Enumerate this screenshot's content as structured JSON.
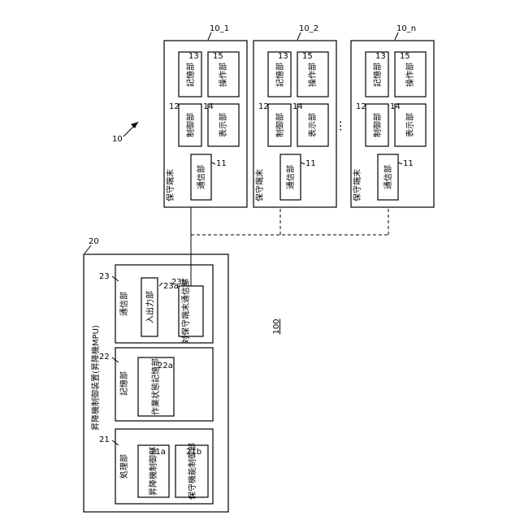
{
  "system": {
    "ref": "100",
    "arrow_ref": "10"
  },
  "controller": {
    "ref": "20",
    "title": "昇降機制御装置(昇降機MPU)",
    "processing": {
      "ref": "21",
      "label": "処理部",
      "sub_a": {
        "ref": "21a",
        "label": "昇降機制御部"
      },
      "sub_b": {
        "ref": "21b",
        "label": "保守機能制御部"
      }
    },
    "storage": {
      "ref": "22",
      "label": "記憶部",
      "sub_a": {
        "ref": "22a",
        "label": "作業状態記憶部"
      }
    },
    "comm": {
      "ref": "23",
      "label": "通信部",
      "sub_a": {
        "ref": "23a",
        "label": "入出力部"
      },
      "sub_b": {
        "ref": "23b",
        "label": "対保守端末通信部"
      }
    }
  },
  "terminals": [
    {
      "ref": "10_1",
      "title": "保守端末",
      "comm_ref": "11",
      "comm": "通信部",
      "ctrl_ref": "12",
      "ctrl": "制御部",
      "store_ref": "13",
      "store": "記憶部",
      "disp_ref": "14",
      "disp": "表示部",
      "op_ref": "15",
      "op": "操作部"
    },
    {
      "ref": "10_2",
      "title": "保守端末",
      "comm_ref": "11",
      "comm": "通信部",
      "ctrl_ref": "12",
      "ctrl": "制御部",
      "store_ref": "13",
      "store": "記憶部",
      "disp_ref": "14",
      "disp": "表示部",
      "op_ref": "15",
      "op": "操作部"
    },
    {
      "ref": "10_n",
      "title": "保守端末",
      "comm_ref": "11",
      "comm": "通信部",
      "ctrl_ref": "12",
      "ctrl": "制御部",
      "store_ref": "13",
      "store": "記憶部",
      "disp_ref": "14",
      "disp": "表示部",
      "op_ref": "15",
      "op": "操作部"
    }
  ],
  "ellipsis": "…"
}
